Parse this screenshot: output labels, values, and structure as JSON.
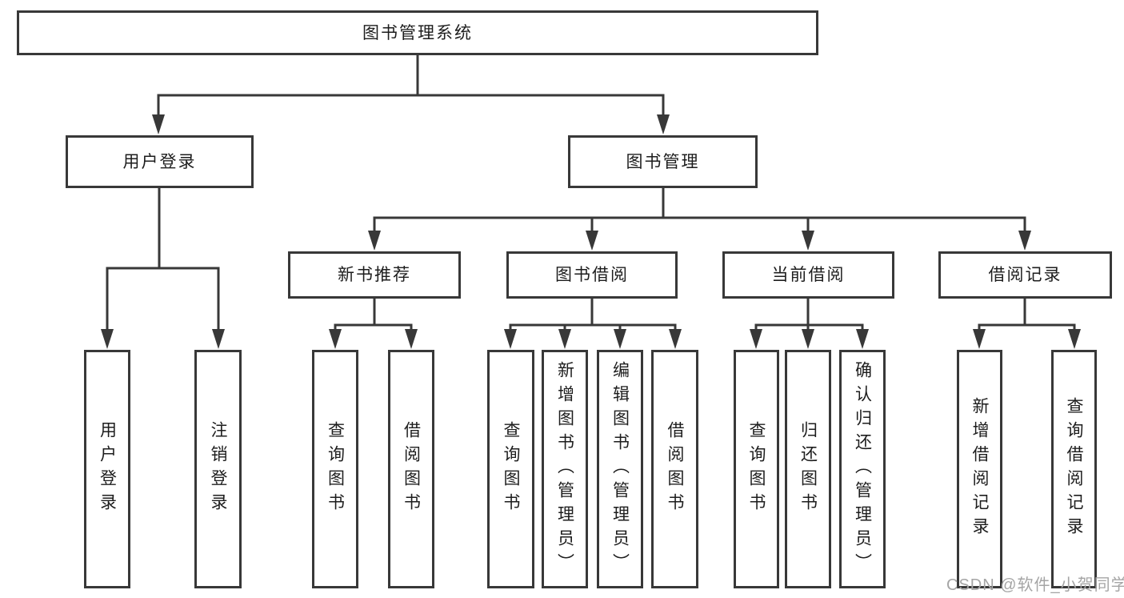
{
  "colors": {
    "background": "#ffffff",
    "box_fill": "#ffffff",
    "box_border": "#383838",
    "line": "#383838",
    "text": "#1d1d1d",
    "watermark": "#a5a5a5"
  },
  "tree": {
    "root": "图书管理系统",
    "login": {
      "label": "用户登录",
      "children": [
        "用户登录",
        "注销登录"
      ]
    },
    "manage": {
      "label": "图书管理",
      "sections": [
        {
          "label": "新书推荐",
          "children": [
            "查询图书",
            "借阅图书"
          ]
        },
        {
          "label": "图书借阅",
          "children": [
            "查询图书",
            "新增图书（管理员）",
            "编辑图书（管理员）",
            "借阅图书"
          ]
        },
        {
          "label": "当前借阅",
          "children": [
            "查询图书",
            "归还图书",
            "确认归还（管理员）"
          ]
        },
        {
          "label": "借阅记录",
          "children": [
            "新增借阅记录",
            "查询借阅记录"
          ]
        }
      ]
    }
  },
  "watermark": "CSDN @软件_小贺同学"
}
